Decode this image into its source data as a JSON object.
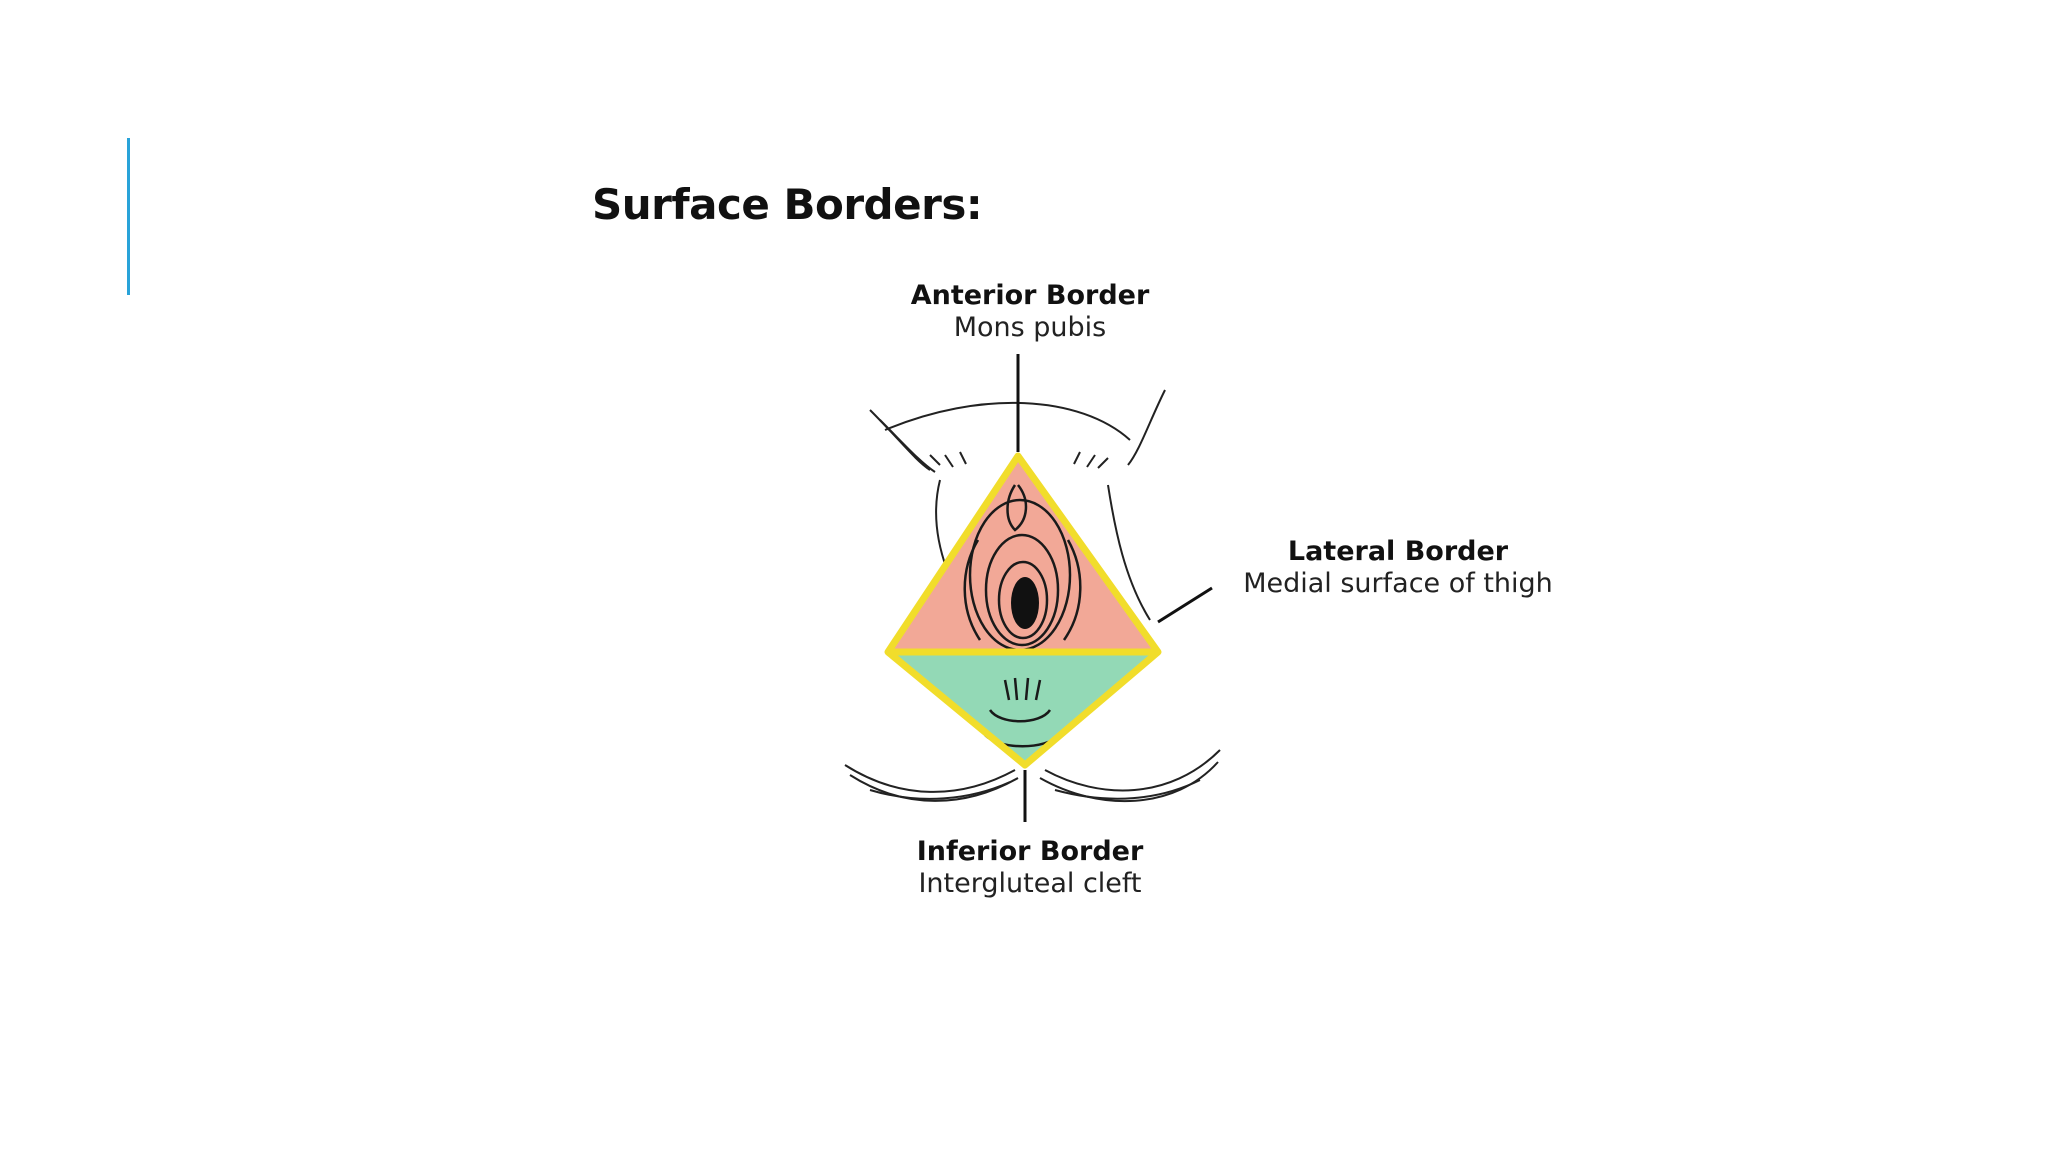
{
  "slide": {
    "title": "Surface Borders:",
    "accent_color": "#29a3d9"
  },
  "diagram": {
    "labels": {
      "anterior": {
        "heading": "Anterior Border",
        "detail": "Mons pubis"
      },
      "lateral": {
        "heading": "Lateral Border",
        "detail": "Medial surface of thigh"
      },
      "inferior": {
        "heading": "Inferior Border",
        "detail": "Intergluteal cleft"
      }
    },
    "colors": {
      "urogenital_triangle": "#f2a897",
      "anal_triangle": "#93d9b6",
      "outline": "#f1dd2b"
    }
  }
}
